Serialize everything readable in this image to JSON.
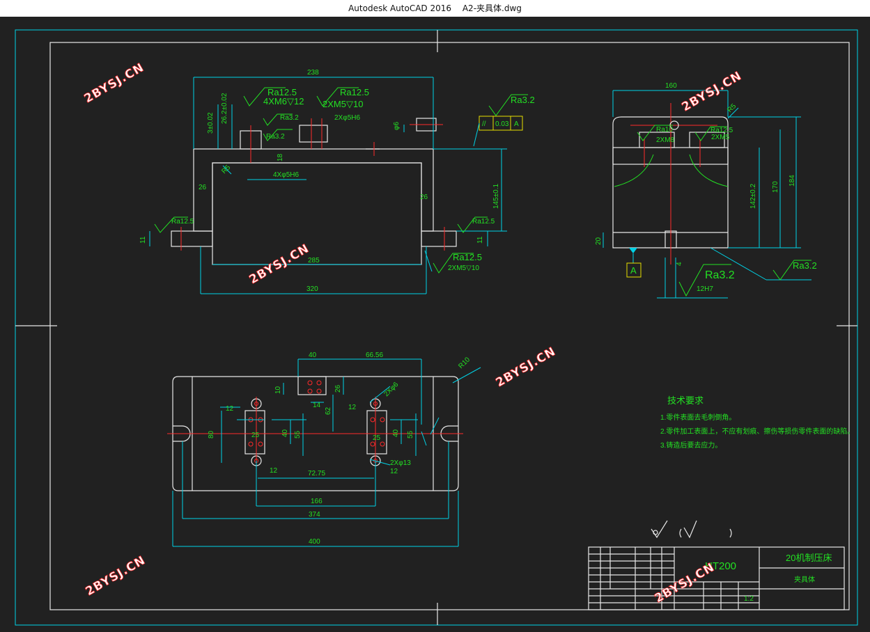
{
  "window": {
    "app_name": "Autodesk AutoCAD 2016",
    "file_name": "A2-夹具体.dwg"
  },
  "watermark": "2BYSJ.CN",
  "front_view": {
    "dim_overall_top": "238",
    "dim_inner": "285",
    "dim_bottom": "320",
    "dim_wall_left": "26",
    "dim_wall_right": "26",
    "dim_height": "145±0.1",
    "dim_step": "3±0.02",
    "dim_262": "26.2±0.02",
    "dim_flange_left": "11",
    "dim_flange_right": "11",
    "dim_18": "18",
    "dim_phi6": "φ6",
    "dim_r5": "R5",
    "ra125_a": "Ra12.5",
    "ra125_b": "Ra12.5",
    "ra125_c": "Ra12.5",
    "ra125_d": "Ra12.5",
    "ra125_e": "Ra12.5",
    "ra32_a": "Ra3.2",
    "ra32_b": "Ra3.2",
    "ra32_c": "Ra3.2",
    "note_4xm6": "4XM6▽12",
    "note_2xm5": "2XM5▽10",
    "note_2xphi5": "2Xφ5H6",
    "note_4xphi5": "4Xφ5H6",
    "note_2xm5_b": "2XM5▽10",
    "gtol_sym": "//",
    "gtol_val": "0.03",
    "gtol_ref": "A"
  },
  "side_view": {
    "dim_width": "160",
    "dim_170": "170",
    "dim_184": "184",
    "dim_142": "142±0.2",
    "dim_20": "20",
    "dim_4": "4",
    "dim_r5": "R5",
    "datum": "A",
    "ra_big": "Ra3.2",
    "ra_right": "Ra3.2",
    "ra_inner_l": "Ra10",
    "ra_inner_r": "Ra12.5",
    "note_2xm8": "2XM8",
    "note_2xm5": "2XM5",
    "note_12h7": "12H7"
  },
  "plan_view": {
    "dim_40": "40",
    "dim_6656": "66.56",
    "dim_10": "10",
    "dim_26": "26",
    "dim_14": "14",
    "dim_62": "62",
    "dim_12a": "12",
    "dim_12b": "12",
    "dim_12c": "12",
    "dim_12d": "12",
    "dim_80": "80",
    "dim_25a": "25",
    "dim_40a": "40",
    "dim_55a": "55",
    "dim_25b": "25",
    "dim_40b": "40",
    "dim_55b": "55",
    "dim_7275": "72.75",
    "dim_166": "166",
    "dim_374": "374",
    "dim_400": "400",
    "dim_r10": "R10",
    "note_2xphi6": "2Xφ6",
    "note_2xphi13": "2Xφ13"
  },
  "tech_req": {
    "heading": "技术要求",
    "item1": "1.零件表面去毛刺倒角。",
    "item2": "2.零件加工表面上，不应有划痕、擦伤等损伤零件表面的缺陷。",
    "item3": "3.铸造后要去应力。"
  },
  "title_block": {
    "material": "HT200",
    "project": "20机制压床",
    "part_name": "夹具体",
    "scale": "1:2"
  }
}
